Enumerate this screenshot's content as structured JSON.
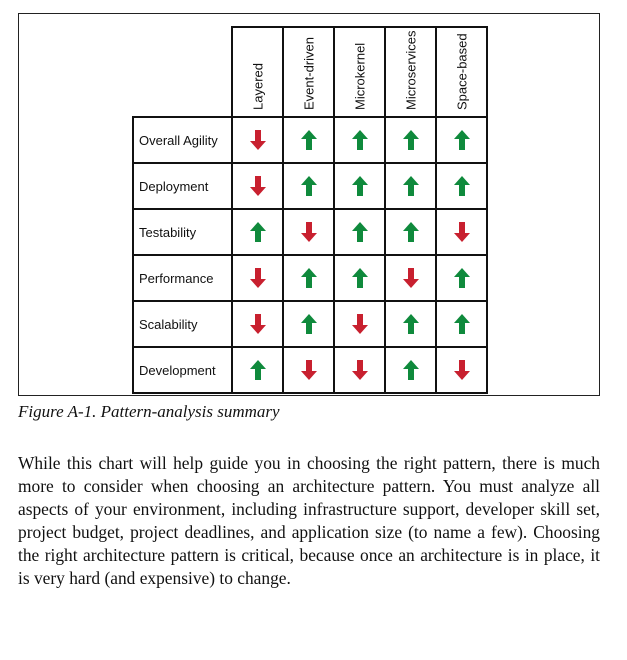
{
  "figure": {
    "columns": [
      "Layered",
      "Event-driven",
      "Microkernel",
      "Microservices",
      "Space-based"
    ],
    "rows": [
      {
        "label": "Overall Agility",
        "ratings": [
          "down",
          "up",
          "up",
          "up",
          "up"
        ]
      },
      {
        "label": "Deployment",
        "ratings": [
          "down",
          "up",
          "up",
          "up",
          "up"
        ]
      },
      {
        "label": "Testability",
        "ratings": [
          "up",
          "down",
          "up",
          "up",
          "down"
        ]
      },
      {
        "label": "Performance",
        "ratings": [
          "down",
          "up",
          "up",
          "down",
          "up"
        ]
      },
      {
        "label": "Scalability",
        "ratings": [
          "down",
          "up",
          "down",
          "up",
          "up"
        ]
      },
      {
        "label": "Development",
        "ratings": [
          "up",
          "down",
          "down",
          "up",
          "down"
        ]
      }
    ],
    "colors": {
      "up": "#0f8a3c",
      "down": "#c8202f"
    },
    "caption": "Figure A-1. Pattern-analysis summary"
  },
  "body_text": "While this chart will help guide you in choosing the right pattern, there is much more to consider when choosing an architecture pattern. You must analyze all aspects of your environment, including infrastructure support, developer skill set, project budget, project deadlines, and application size (to name a few). Choosing the right architecture pattern is critical, because once an architecture is in place, it is very hard (and expensive) to change."
}
